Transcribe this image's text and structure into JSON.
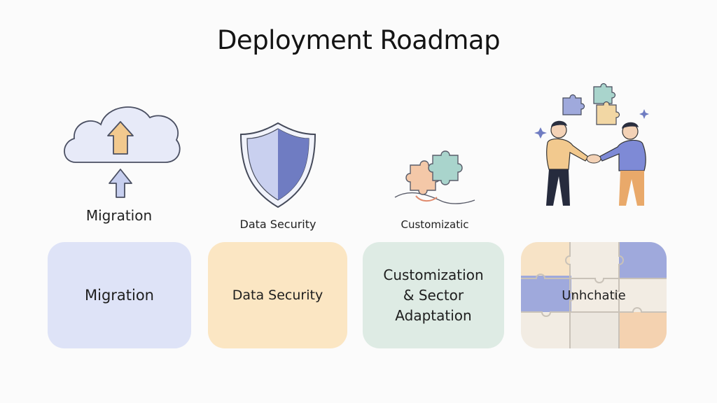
{
  "title": "Deployment Roadmap",
  "colors": {
    "migration_card": "#dee3f7",
    "security_card": "#fbe6c3",
    "custom_card": "#deebe4",
    "puzzle_card": "#f2ece3",
    "puzzle_blue": "#9fa9dc",
    "puzzle_peach": "#f4d2b0",
    "outline": "#454a5a"
  },
  "steps": [
    {
      "icon": "cloud-upload-icon",
      "label": "Migration",
      "card_label": "Migration"
    },
    {
      "icon": "shield-icon",
      "label": "Data Security",
      "card_label": "Data Security"
    },
    {
      "icon": "puzzle-pieces-icon",
      "label": "Customizatic",
      "card_label_lines": [
        "Customization",
        "& Sector",
        "Adaptation"
      ]
    },
    {
      "icon": "handshake-icon",
      "label": "",
      "card_label": "Unhchatie"
    }
  ]
}
